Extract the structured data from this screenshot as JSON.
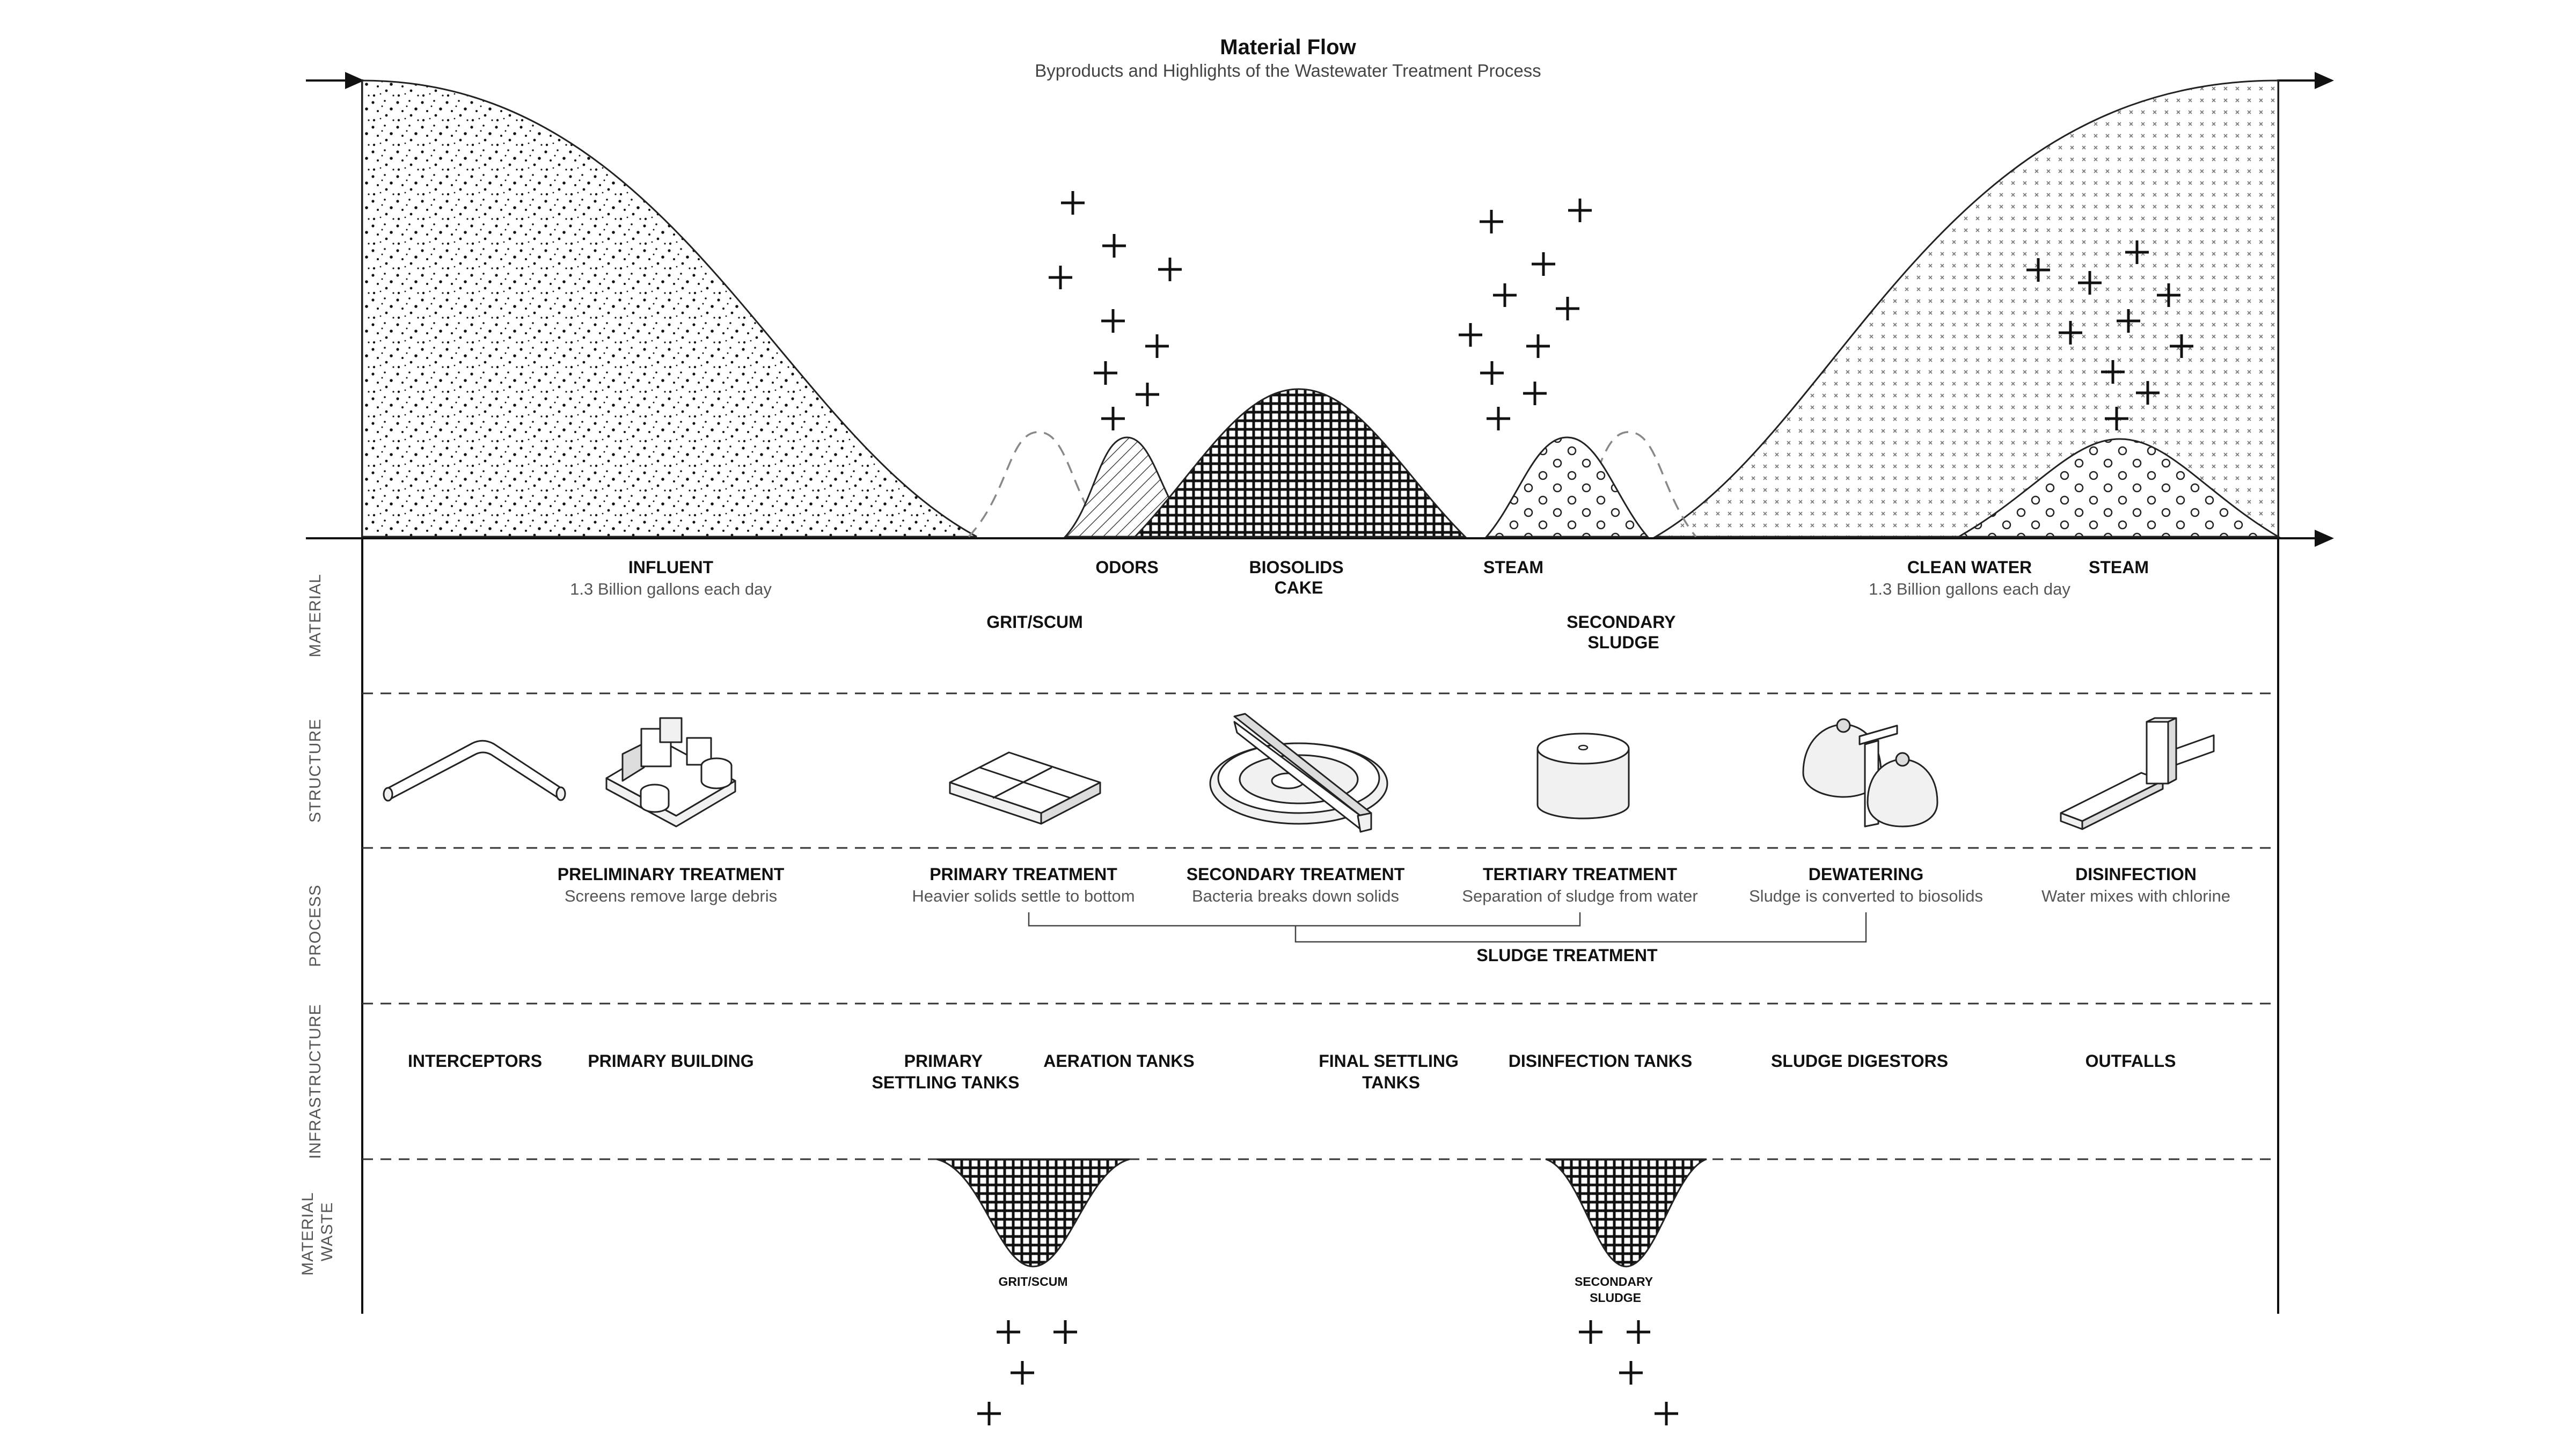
{
  "header": {
    "title": "Material Flow",
    "subtitle": "Byproducts and Highlights of the Wastewater Treatment Process"
  },
  "rows": {
    "material": "MATERIAL",
    "structure": "STRUCTURE",
    "process": "PROCESS",
    "infrastructure": "INFRASTRUCTURE",
    "material_waste": [
      "MATERIAL",
      "WASTE"
    ]
  },
  "materials": {
    "influent": {
      "label": "INFLUENT",
      "note": "1.3 Billion gallons each day"
    },
    "odors": "ODORS",
    "biosolids": [
      "BIOSOLIDS",
      "CAKE"
    ],
    "steam_mid": "STEAM",
    "clean_water": {
      "label": "CLEAN WATER",
      "note": "1.3 Billion gallons each day"
    },
    "steam_right": "STEAM",
    "grit_scum": "GRIT/SCUM",
    "secondary_sludge": [
      "SECONDARY",
      "SLUDGE"
    ]
  },
  "structures": [
    {
      "icon": "interceptor-pipe-icon"
    },
    {
      "icon": "primary-building-icon"
    },
    {
      "icon": "settling-tank-icon"
    },
    {
      "icon": "clarifier-icon"
    },
    {
      "icon": "tertiary-cylinder-icon"
    },
    {
      "icon": "digestor-eggs-icon"
    },
    {
      "icon": "outfall-pipe-icon"
    }
  ],
  "process": [
    {
      "name": "PRELIMINARY TREATMENT",
      "desc": "Screens remove large debris"
    },
    {
      "name": "PRIMARY TREATMENT",
      "desc": "Heavier solids settle to bottom"
    },
    {
      "name": "SECONDARY TREATMENT",
      "desc": "Bacteria breaks down solids"
    },
    {
      "name": "TERTIARY TREATMENT",
      "desc": "Separation of sludge from water"
    },
    {
      "name": "DEWATERING",
      "desc": "Sludge is converted to biosolids"
    },
    {
      "name": "DISINFECTION",
      "desc": "Water mixes with chlorine"
    }
  ],
  "sludge_treatment": "SLUDGE TREATMENT",
  "infrastructure": {
    "interceptors": "INTERCEPTORS",
    "primary_building": "PRIMARY BUILDING",
    "primary_settling": [
      "PRIMARY",
      "SETTLING TANKS"
    ],
    "aeration": "AERATION TANKS",
    "final_settling": [
      "FINAL SETTLING",
      "TANKS"
    ],
    "disinfection_tanks": "DISINFECTION TANKS",
    "sludge_digestors": "SLUDGE DIGESTORS",
    "outfalls": "OUTFALLS"
  },
  "waste": {
    "grit_scum": "GRIT/SCUM",
    "secondary_sludge": [
      "SECONDARY",
      "SLUDGE"
    ]
  }
}
